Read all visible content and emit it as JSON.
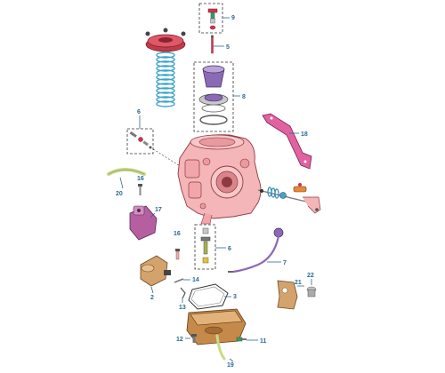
{
  "diagram": {
    "colors": {
      "callout": "#2a6a8f",
      "leader": "#2a6a8f",
      "body_fill": "#f4b6b8",
      "body_stroke": "#8e3a40",
      "purple": "#b55fa0",
      "blue": "#66c8e6",
      "tan": "#d4a26b",
      "red": "#d0344a",
      "gray": "#c9c9cc",
      "green": "#d2e29a",
      "steel": "#8a8e96"
    },
    "callouts": [
      {
        "id": "part-9",
        "label": "9"
      },
      {
        "id": "part-5a",
        "label": "5"
      },
      {
        "id": "part-8",
        "label": "8"
      },
      {
        "id": "part-6a",
        "label": "6"
      },
      {
        "id": "part-18",
        "label": "18"
      },
      {
        "id": "part-20",
        "label": "20"
      },
      {
        "id": "part-16a",
        "label": "16"
      },
      {
        "id": "part-17",
        "label": "17"
      },
      {
        "id": "part-16b",
        "label": "16"
      },
      {
        "id": "part-6b",
        "label": "6"
      },
      {
        "id": "part-7",
        "label": "7"
      },
      {
        "id": "part-22",
        "label": "22"
      },
      {
        "id": "part-21",
        "label": "21"
      },
      {
        "id": "part-14",
        "label": "14"
      },
      {
        "id": "part-2",
        "label": "2"
      },
      {
        "id": "part-3",
        "label": "3"
      },
      {
        "id": "part-13",
        "label": "13"
      },
      {
        "id": "part-12",
        "label": "12"
      },
      {
        "id": "part-11",
        "label": "11"
      },
      {
        "id": "part-19",
        "label": "19"
      }
    ]
  }
}
